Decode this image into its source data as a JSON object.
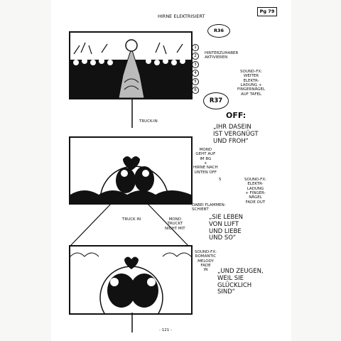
{
  "header": {
    "scene_title": "Hirne elektrisiert",
    "page_code": "Pg 79"
  },
  "scene1": {
    "code": "R36",
    "marks": [
      "1",
      "2",
      "3",
      "4",
      "5",
      "6"
    ],
    "action_note": "Hinterzuhaber\naktivieren",
    "sound_note": "Sound-FX:\nweiter\nElektr-\nLadung +\nFingernägel\nauf Tafel"
  },
  "scene2": {
    "code": "R37",
    "off_label": "OFF:",
    "dialogue": "„Ihr Dasein\nist vergnügt\nund froh“",
    "transition": "Truck-in",
    "moon_note": "Mond\ngeht auf\nim BG\n+\nHirne nach\nunten off",
    "mark": "5",
    "flame_note": "Dabei Flammen-\nschiebt",
    "sound_note": "Sound-FX:\nElektr-\nLadung\n+ Finger-\nnägel\nfade out",
    "dialogue2": "„Sie leben\nvon Luft\nund Liebe\nund so“"
  },
  "scene3": {
    "transition": "Truck in",
    "moon_note": "Mond\ntruckt\nnicht mit",
    "sound_note": "Sound-FX:\nRomantic\nMelody\nfade\nin",
    "dialogue": "„Und zeugen,\nweil sie\nglücklich\nsind“"
  },
  "footer": {
    "page_number": "- 121 -"
  },
  "colors": {
    "ink": "#111111",
    "paper": "#ffffff",
    "background": "#f7f7f5"
  }
}
